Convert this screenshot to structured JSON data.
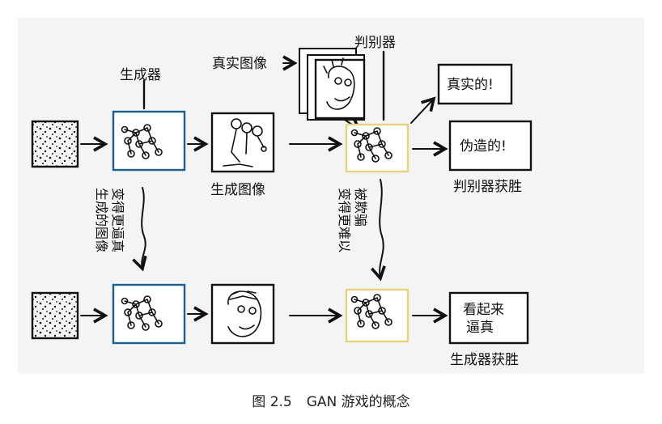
{
  "labels": {
    "generator": "生成器",
    "real_images": "真实图像",
    "discriminator": "判别器",
    "generated_images": "生成图像",
    "real_verdict": "真实的!",
    "fake_verdict": "伪造的!",
    "discriminator_wins": "判别器获胜",
    "generator_improves_line1": "生成的图像",
    "generator_improves_line2": "变得更逼真",
    "harder_to_fool_line1": "变得更难以",
    "harder_to_fool_line2": "被欺骗",
    "looks_real_line1": "看起来",
    "looks_real_line2": "逼真",
    "generator_wins": "生成器获胜"
  },
  "caption": {
    "number": "图 2.5",
    "text": "GAN 游戏的概念"
  },
  "colors": {
    "generator_frame": "#1f5f8b",
    "discriminator_frame": "#e8d27a",
    "ink": "#111111",
    "panel": "#f4f4f4"
  }
}
